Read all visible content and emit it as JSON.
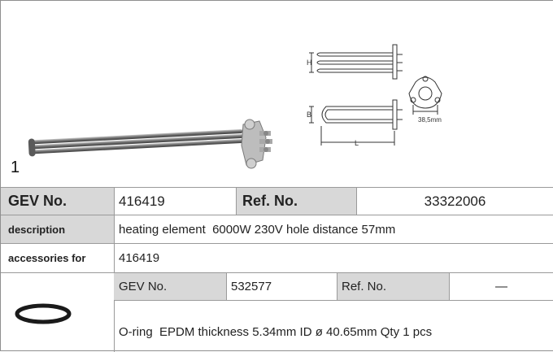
{
  "figure": {
    "item_number": "1"
  },
  "drawing": {
    "dim_h": "H",
    "dim_b": "B",
    "dim_l": "L",
    "dim_hole": "38,5mm"
  },
  "header_row": {
    "gev_label": "GEV No.",
    "gev_value": "416419",
    "ref_label": "Ref. No.",
    "ref_value": "33322006"
  },
  "description_row": {
    "label": "description",
    "value": "heating element  6000W 230V hole distance 57mm"
  },
  "accessories_row": {
    "label": "accessories for",
    "value": "416419"
  },
  "accessory": {
    "gev_label": "GEV No.",
    "gev_value": "532577",
    "ref_label": "Ref. No.",
    "ref_value": "—",
    "description": "O-ring  EPDM thickness 5.34mm ID ø 40.65mm Qty 1 pcs"
  }
}
